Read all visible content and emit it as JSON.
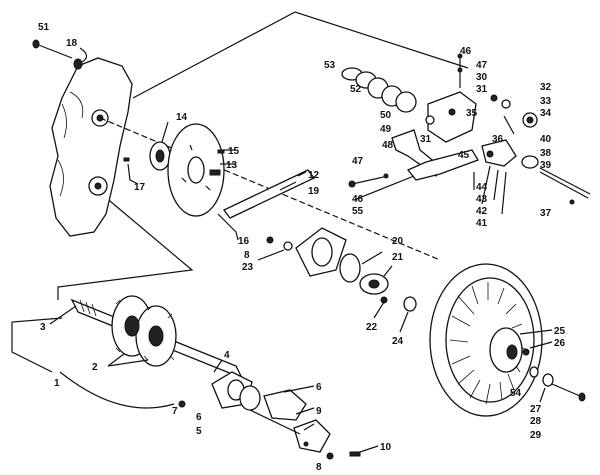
{
  "callouts": [
    {
      "id": "51",
      "text": "51"
    },
    {
      "id": "18",
      "text": "18"
    },
    {
      "id": "14",
      "text": "14"
    },
    {
      "id": "15",
      "text": "15"
    },
    {
      "id": "13",
      "text": "13"
    },
    {
      "id": "17",
      "text": "17"
    },
    {
      "id": "12",
      "text": "12"
    },
    {
      "id": "19",
      "text": "19"
    },
    {
      "id": "16",
      "text": "16"
    },
    {
      "id": "8a",
      "text": "8"
    },
    {
      "id": "23",
      "text": "23"
    },
    {
      "id": "20",
      "text": "20"
    },
    {
      "id": "21",
      "text": "21"
    },
    {
      "id": "22",
      "text": "22"
    },
    {
      "id": "24",
      "text": "24"
    },
    {
      "id": "53",
      "text": "53"
    },
    {
      "id": "52",
      "text": "52"
    },
    {
      "id": "50",
      "text": "50"
    },
    {
      "id": "49",
      "text": "49"
    },
    {
      "id": "48",
      "text": "48"
    },
    {
      "id": "47a",
      "text": "47"
    },
    {
      "id": "46a",
      "text": "46"
    },
    {
      "id": "47b",
      "text": "47"
    },
    {
      "id": "30",
      "text": "30"
    },
    {
      "id": "31a",
      "text": "31"
    },
    {
      "id": "31b",
      "text": "31"
    },
    {
      "id": "35",
      "text": "35"
    },
    {
      "id": "32",
      "text": "32"
    },
    {
      "id": "33",
      "text": "33"
    },
    {
      "id": "34",
      "text": "34"
    },
    {
      "id": "36",
      "text": "36"
    },
    {
      "id": "45",
      "text": "45"
    },
    {
      "id": "40",
      "text": "40"
    },
    {
      "id": "38",
      "text": "38"
    },
    {
      "id": "39",
      "text": "39"
    },
    {
      "id": "44",
      "text": "44"
    },
    {
      "id": "43",
      "text": "43"
    },
    {
      "id": "42",
      "text": "42"
    },
    {
      "id": "41",
      "text": "41"
    },
    {
      "id": "37",
      "text": "37"
    },
    {
      "id": "46b",
      "text": "46"
    },
    {
      "id": "55",
      "text": "55"
    },
    {
      "id": "3",
      "text": "3"
    },
    {
      "id": "2",
      "text": "2"
    },
    {
      "id": "1",
      "text": "1"
    },
    {
      "id": "4",
      "text": "4"
    },
    {
      "id": "7",
      "text": "7"
    },
    {
      "id": "6a",
      "text": "6"
    },
    {
      "id": "5",
      "text": "5"
    },
    {
      "id": "6b",
      "text": "6"
    },
    {
      "id": "9",
      "text": "9"
    },
    {
      "id": "8b",
      "text": "8"
    },
    {
      "id": "10",
      "text": "10"
    },
    {
      "id": "25",
      "text": "25"
    },
    {
      "id": "26",
      "text": "26"
    },
    {
      "id": "54",
      "text": "54"
    },
    {
      "id": "27",
      "text": "27"
    },
    {
      "id": "28",
      "text": "28"
    },
    {
      "id": "29",
      "text": "29"
    }
  ]
}
